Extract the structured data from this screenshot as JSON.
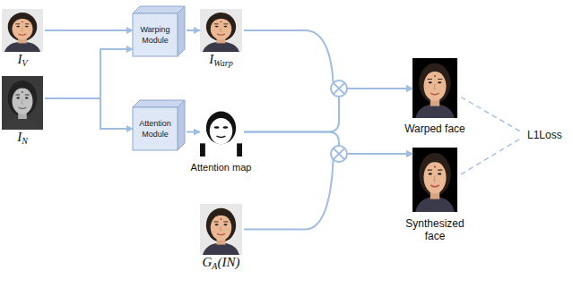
{
  "diagram": {
    "nodes": [
      {
        "text": [
          "IV"
        ]
      },
      {
        "text": [
          "Warping Module"
        ]
      },
      {
        "text": [
          "IWarp"
        ]
      },
      {
        "text": [
          "IN"
        ]
      },
      {
        "text": [
          "Attention Module"
        ]
      },
      {
        "text": [
          "Attention map"
        ]
      },
      {
        "text": [
          "GA(IN)"
        ]
      },
      {
        "text": [
          "Warped face"
        ]
      },
      {
        "text": [
          "Synthesized face"
        ]
      },
      {
        "text": [
          "L1Loss"
        ]
      }
    ],
    "edges": [
      {
        "from": 0,
        "to": 1,
        "arrow": "to"
      },
      {
        "from": 3,
        "to": 1,
        "arrow": "to"
      },
      {
        "from": 3,
        "to": 4,
        "arrow": "to"
      },
      {
        "from": 1,
        "to": 2,
        "arrow": "to"
      },
      {
        "from": 4,
        "to": 5,
        "arrow": "to"
      },
      {
        "from": 2,
        "to": 7,
        "arrow": "to"
      },
      {
        "from": 5,
        "to": 7,
        "arrow": "to"
      },
      {
        "from": 5,
        "to": 8,
        "arrow": "to"
      },
      {
        "from": 6,
        "to": 8,
        "arrow": "to"
      },
      {
        "from": 7,
        "to": 9,
        "arrow": "none"
      },
      {
        "from": 8,
        "to": 9,
        "arrow": "none"
      }
    ]
  }
}
